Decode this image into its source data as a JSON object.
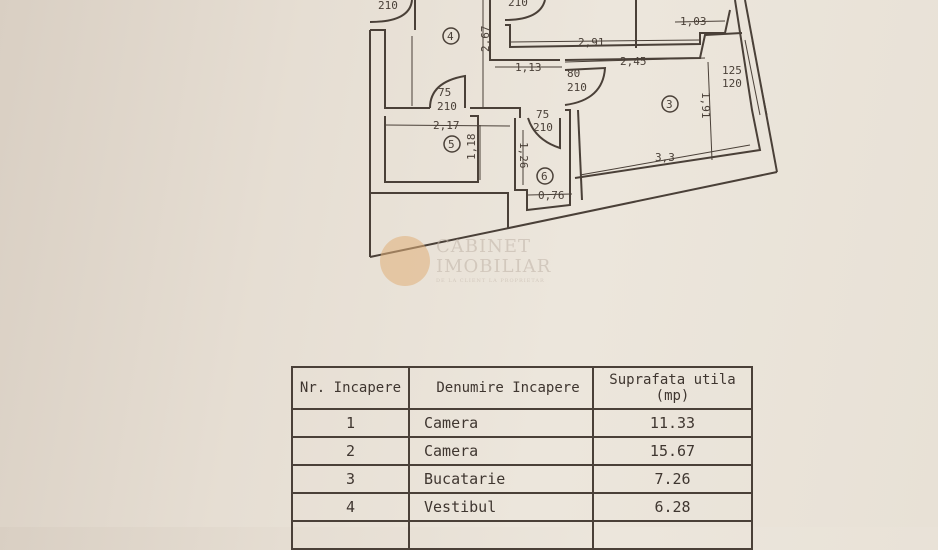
{
  "plan": {
    "labels": {
      "door_top_left": "210",
      "door_top_mid": "210",
      "room4": "4",
      "d267": "2,67",
      "d291": "2,91",
      "d103": "1,03",
      "d113": "1,13",
      "door80_w": "80",
      "door80_h": "210",
      "d245": "2,45",
      "win_w": "125",
      "win_h": "120",
      "d191": "1,91",
      "room3": "3",
      "door75a_w": "75",
      "door75a_h": "210",
      "d217": "2,17",
      "room5": "5",
      "d118": "1,18",
      "door75b_w": "75",
      "door75b_h": "210",
      "d126": "1,26",
      "room6": "6",
      "d076": "0,76",
      "d33": "3,3"
    }
  },
  "watermark": {
    "line1": "CABINET",
    "line2": "IMOBILIAR",
    "line3": "DE LA CLIENT LA PROPRIETAR"
  },
  "table": {
    "headers": [
      "Nr. Incapere",
      "Denumire Incapere",
      "Suprafata utila (mp)"
    ],
    "rows": [
      {
        "nr": "1",
        "name": "Camera",
        "area": "11.33"
      },
      {
        "nr": "2",
        "name": "Camera",
        "area": "15.67"
      },
      {
        "nr": "3",
        "name": "Bucatarie",
        "area": "7.26"
      },
      {
        "nr": "4",
        "name": "Vestibul",
        "area": "6.28"
      }
    ]
  },
  "colors": {
    "ink": "#4a4038",
    "paper": "#e9e2d8"
  }
}
